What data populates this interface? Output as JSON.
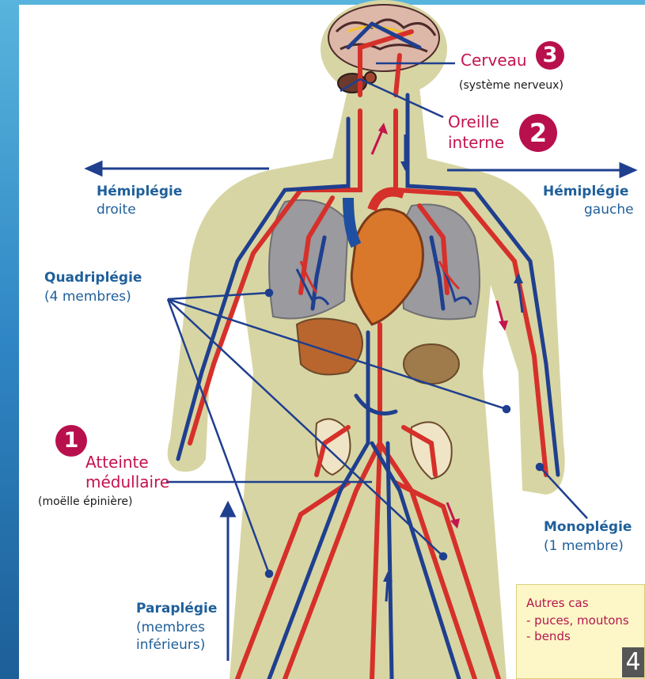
{
  "labels": {
    "cerveau": "Cerveau",
    "cerveau_sub": "(système nerveux)",
    "oreille": "Oreille",
    "interne": "interne",
    "hemi_droite_1": "Hémiplégie",
    "hemi_droite_2": "droite",
    "hemi_gauche_1": "Hémiplégie",
    "hemi_gauche_2": "gauche",
    "quadri_1": "Quadriplégie",
    "quadri_2": "(4 membres)",
    "atteinte_1": "Atteinte",
    "atteinte_2": "médullaire",
    "atteinte_sub": "(moëlle épinière)",
    "mono_1": "Monoplégie",
    "mono_2": "(1 membre)",
    "para_1": "Paraplégie",
    "para_2": "(membres",
    "para_3": "inférieurs)"
  },
  "badges": {
    "one": "1",
    "two": "2",
    "three": "3",
    "four": "4"
  },
  "other_cases": {
    "title": "Autres cas",
    "item1": "- puces, moutons",
    "item2": "- bends"
  },
  "colors": {
    "artery": "#d6302a",
    "vein": "#1f3f8f",
    "body": "#d6d4a2",
    "badge": "#b8104c",
    "label_blue": "#1f5f9a",
    "label_red": "#c4134e"
  }
}
